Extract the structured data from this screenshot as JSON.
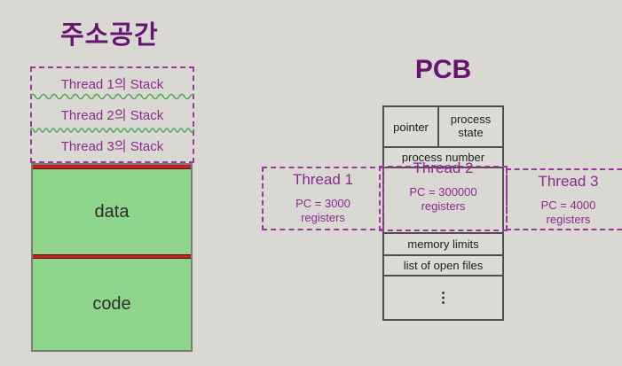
{
  "address_space": {
    "title": "주소공간",
    "stack_labels": [
      "Thread 1의 Stack",
      "Thread 2의 Stack",
      "Thread 3의 Stack"
    ],
    "data_label": "data",
    "code_label": "code"
  },
  "pcb": {
    "title": "PCB",
    "rows": {
      "pointer": "pointer",
      "process_state": "process state",
      "process_number": "process number",
      "memory_limits": "memory limits",
      "list_of_open_files": "list of open files",
      "ellipsis": "⋮"
    },
    "threads": [
      {
        "name": "Thread 1",
        "pc": "PC = 3000",
        "registers": "registers"
      },
      {
        "name": "Thread 2",
        "pc": "PC = 300000",
        "registers": "registers"
      },
      {
        "name": "Thread 3",
        "pc": "PC = 4000",
        "registers": "registers"
      }
    ]
  },
  "colors": {
    "background": "#d9d8d3",
    "heading_purple": "#65156f",
    "magenta_text": "#8d2a8f",
    "dashed_border": "#9c399c",
    "green_fill": "#8fd58b",
    "wave_green": "#55a555",
    "red_line": "#c32020",
    "table_border": "#4f4f4f",
    "table_text": "#1c1c1c"
  }
}
